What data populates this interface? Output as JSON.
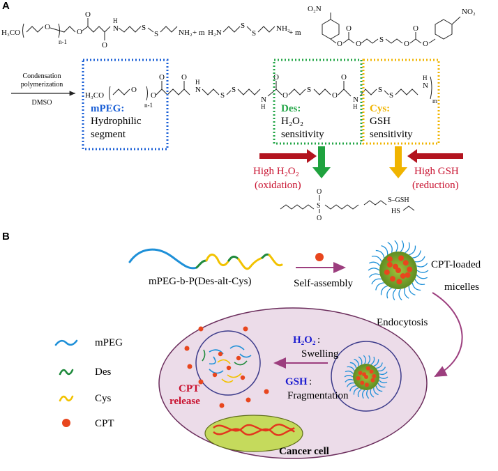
{
  "panel_a": {
    "label": "A",
    "reactants": {
      "mpeg_amine": {
        "h3co": "H₃CO",
        "subscript_n": "n-1",
        "nh2": "NH₂",
        "s1": "S",
        "s2": "S",
        "nh": "N",
        "h": "H",
        "o": "O"
      },
      "plus1": "+ m",
      "diamine": {
        "h2n": "H₂N",
        "s1": "S",
        "s2": "S",
        "nh2": "NH₂"
      },
      "plus2": "+   m",
      "carbonate": {
        "no2_left": "O₂N",
        "no2_right": "NO₂",
        "s": "S",
        "o": "O"
      }
    },
    "conditions": {
      "line1": "Condensation",
      "line2": "polymerization",
      "solvent": "DMSO"
    },
    "product": {
      "h3co": "H₃CO",
      "subscript_n": "n-1",
      "subscript_m": "m",
      "s": "S",
      "n": "N",
      "h": "H",
      "o": "O"
    },
    "boxes": {
      "mpeg": {
        "title": "mPEG:",
        "line1": "Hydrophilic",
        "line2": "segment",
        "color": "#1a5fd6"
      },
      "des": {
        "title": "Des:",
        "line1": "H₂O₂",
        "line2": "sensitivity",
        "color": "#22a546"
      },
      "cys": {
        "title": "Cys:",
        "line1": "GSH",
        "line2": "sensitivity",
        "color": "#f0b400"
      }
    },
    "stimuli": {
      "h2o2": {
        "line1": "High H₂O₂",
        "line2": "(oxidation)",
        "color": "#c8102e"
      },
      "gsh": {
        "line1": "High GSH",
        "line2": "(reduction)",
        "color": "#c8102e"
      }
    },
    "products": {
      "sulfone_s": "S",
      "sulfone_o": "O",
      "gsh_label": "S–GSH",
      "hs_label": "HS"
    }
  },
  "panel_b": {
    "label": "B",
    "polymer_label": "mPEG-b-P(Des-alt-Cys)",
    "self_assembly": "Self-assembly",
    "micelles_line1": "CPT-loaded",
    "micelles_line2": "micelles",
    "endocytosis": "Endocytosis",
    "h2o2_label": "H₂O₂",
    "h2o2_effect": ": Swelling",
    "gsh_label": "GSH",
    "gsh_effect": ": Fragmentation",
    "cpt_release_line1": "CPT",
    "cpt_release_line2": "release",
    "cancer_cell": "Cancer cell",
    "legend": [
      {
        "name": "mPEG",
        "icon": "blue-wave-icon",
        "color": "#1e90d8"
      },
      {
        "name": "Des",
        "icon": "green-wave-icon",
        "color": "#1f8a3c"
      },
      {
        "name": "Cys",
        "icon": "yellow-wave-icon",
        "color": "#f2c200"
      },
      {
        "name": "CPT",
        "icon": "red-dot-icon",
        "color": "#e8461e"
      }
    ]
  }
}
